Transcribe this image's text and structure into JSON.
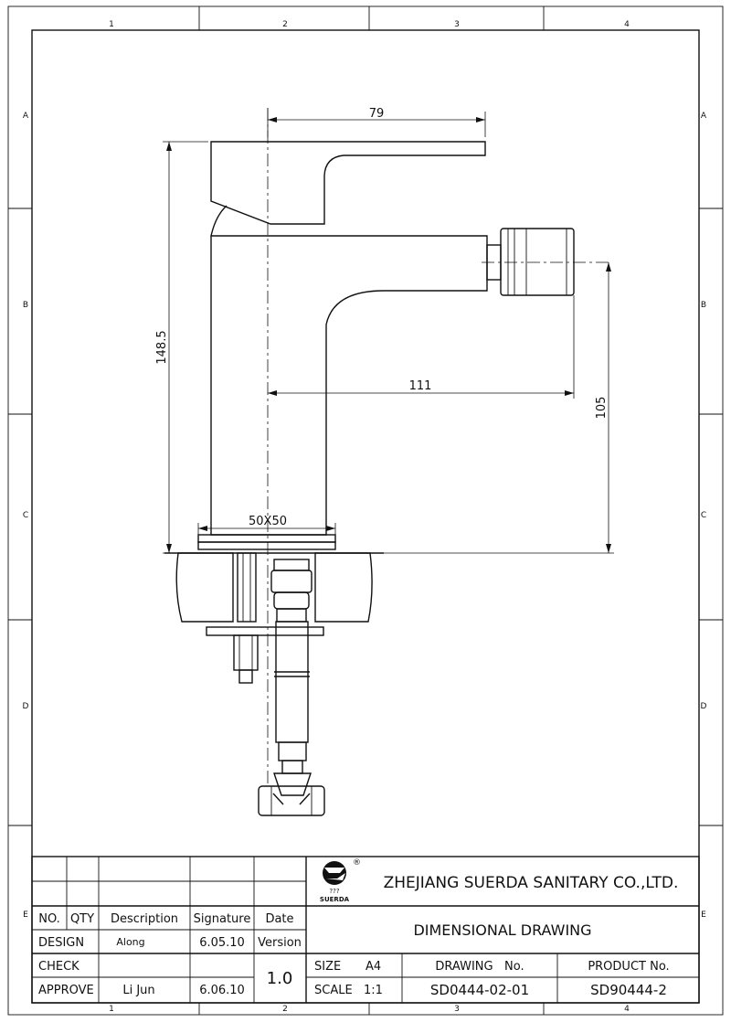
{
  "border": {
    "columns": [
      "1",
      "2",
      "3",
      "4"
    ],
    "rows": [
      "A",
      "B",
      "C",
      "D",
      "E"
    ]
  },
  "dimensions": {
    "top_width": "79",
    "height": "148.5",
    "spout_reach": "111",
    "spout_height": "105",
    "base": "50X50"
  },
  "title_block": {
    "company": "ZHEJIANG SUERDA SANITARY CO.,LTD.",
    "logo_text": "SUERDA",
    "logo_mark": "???",
    "registered": "®",
    "headers": {
      "no": "NO.",
      "qty": "QTY",
      "description": "Description",
      "signature": "Signature",
      "date": "Date"
    },
    "drawing_title": "DIMENSIONAL DRAWING",
    "rows": {
      "design_label": "DESIGN",
      "design_name": "Along",
      "design_date": "6.05.10",
      "design_version_label": "Version",
      "check_label": "CHECK",
      "approve_label": "APPROVE",
      "approve_name": "Li Jun",
      "approve_date": "6.06.10"
    },
    "version": "1.0",
    "size_label": "SIZE",
    "size_value": "A4",
    "scale_label": "SCALE",
    "scale_value": "1:1",
    "drawing_no_label": "DRAWING   No.",
    "drawing_no": "SD0444-02-01",
    "product_no_label": "PRODUCT No.",
    "product_no": "SD90444-2"
  }
}
